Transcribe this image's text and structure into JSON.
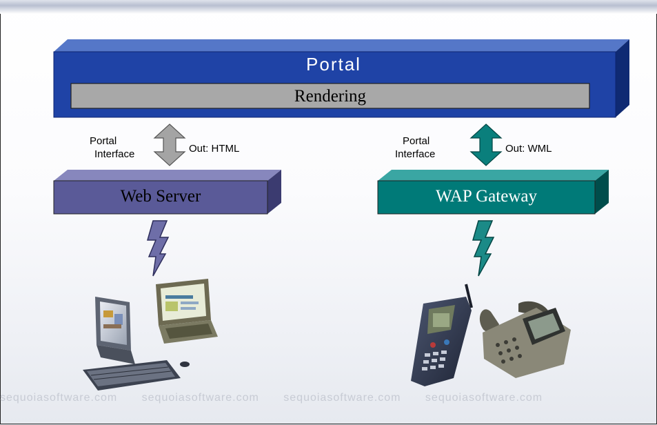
{
  "portal": {
    "title": "Portal",
    "rendering": "Rendering"
  },
  "left": {
    "interface_label_1": "Portal",
    "interface_label_2": "Interface",
    "output_label": "Out: HTML",
    "server_label": "Web Server"
  },
  "right": {
    "interface_label_1": "Portal",
    "interface_label_2": "Interface",
    "output_label": "Out: WML",
    "server_label": "WAP Gateway"
  },
  "watermark": [
    "sequoiasoftware.com",
    "sequoiasoftware.com",
    "sequoiasoftware.com",
    "sequoiasoftware.com"
  ],
  "colors": {
    "portal_blue": "#1f43a6",
    "rendering_gray": "#a8a8a8",
    "web_server_purple": "#5a5a98",
    "wap_gateway_teal": "#007a78",
    "left_arrow_gray": "#a4a4a4",
    "right_arrow_teal": "#0a7f7c"
  },
  "icons": [
    "double-arrow-icon",
    "lightning-bolt-icon",
    "desktop-computer-icon",
    "laptop-icon",
    "mobile-phone-icon",
    "desk-phone-icon"
  ]
}
